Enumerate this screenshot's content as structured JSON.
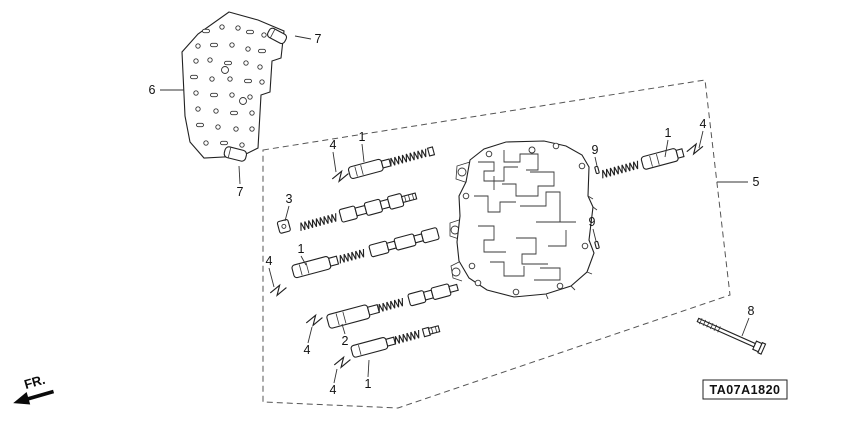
{
  "page": {
    "background": "#ffffff",
    "line_color": "#222222"
  },
  "diagram": {
    "code": "TA07A1820",
    "fr_label": "FR.",
    "callouts": [
      {
        "id": "separator-plate",
        "text": "6"
      },
      {
        "id": "pin-top",
        "text": "7"
      },
      {
        "id": "pin-bottom",
        "text": "7"
      },
      {
        "id": "train-a-clip",
        "text": "4"
      },
      {
        "id": "train-a-valve",
        "text": "1"
      },
      {
        "id": "spring-seat",
        "text": "3"
      },
      {
        "id": "train-c-clip",
        "text": "4"
      },
      {
        "id": "train-c-valve",
        "text": "1"
      },
      {
        "id": "train-d-clip",
        "text": "4"
      },
      {
        "id": "train-d-valve",
        "text": "2"
      },
      {
        "id": "train-e-clip",
        "text": "4"
      },
      {
        "id": "train-e-valve",
        "text": "1"
      },
      {
        "id": "pin-9-upper",
        "text": "9"
      },
      {
        "id": "pin-9-lower",
        "text": "9"
      },
      {
        "id": "right-valve",
        "text": "1"
      },
      {
        "id": "right-clip",
        "text": "4"
      },
      {
        "id": "valve-body-assembly",
        "text": "5"
      },
      {
        "id": "mounting-bolt",
        "text": "8"
      }
    ]
  }
}
